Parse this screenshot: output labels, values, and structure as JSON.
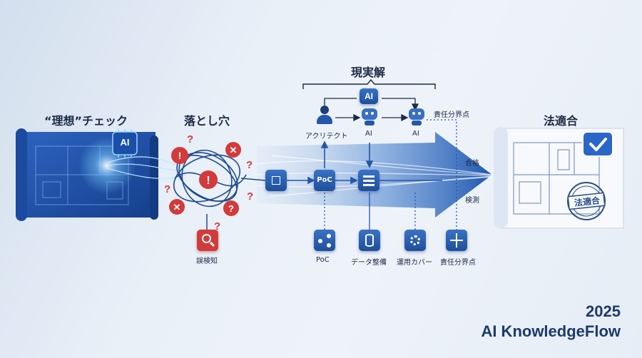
{
  "stages": {
    "ideal": "“理想”チェック",
    "pitfalls": "落とし穴",
    "realistic": "現実解",
    "compliant": "法適合"
  },
  "ideal_chip": "AI",
  "top_ai_chip": "AI",
  "roles": {
    "architect": "アクリテクト",
    "ai1": "AI",
    "ai2": "AI",
    "responsibility_top": "責任分界点"
  },
  "flow": {
    "poc_box": "PoC",
    "pass": "合格",
    "detect": "検測"
  },
  "pitfall_icon_label": "誤検知",
  "bottom_items": [
    "PoC",
    "データ整備",
    "運用カバー",
    "責任分界点"
  ],
  "stamp_text": "法適合",
  "brand": {
    "year": "2025",
    "name": "AI KnowledgeFlow"
  },
  "colors": {
    "accent": "#2457a8",
    "alert": "#d33a3a",
    "text": "#1c2b45"
  }
}
